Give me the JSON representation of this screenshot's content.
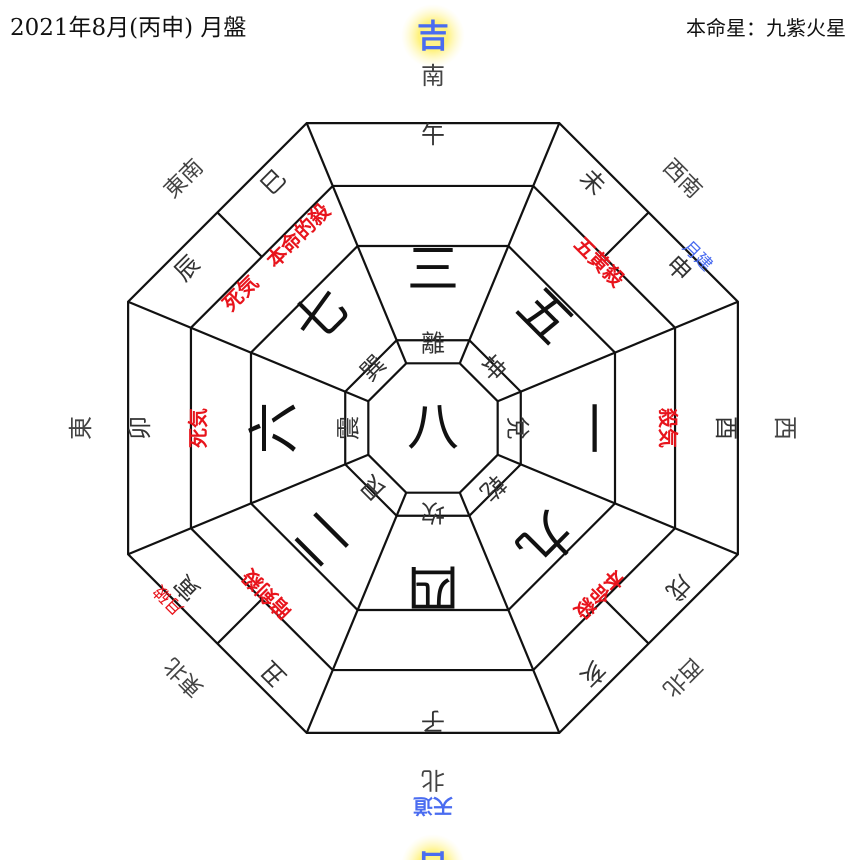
{
  "header": {
    "title": "2021年8月(丙申) 月盤",
    "honmei": "本命星：九紫火星"
  },
  "center": {
    "star": "八"
  },
  "palaces": [
    {
      "key": "south",
      "direction": "南",
      "zodiac": "午",
      "trigram": "離",
      "star": "三",
      "marks": [],
      "outer_mark": "吉",
      "outer_mark_color": "#4a6cf0"
    },
    {
      "key": "southwest",
      "direction": "西南",
      "zodiac": "未",
      "zodiac2": "申",
      "trigram": "坤",
      "star": "五",
      "marks": [
        {
          "text": "五黄殺",
          "color": "#e8141c"
        }
      ],
      "side_mark": {
        "text": "月建",
        "color": "#4a6cf0"
      }
    },
    {
      "key": "west",
      "direction": "西",
      "zodiac": "酉",
      "trigram": "兌",
      "star": "一",
      "marks": [
        {
          "text": "殺気",
          "color": "#e8141c"
        }
      ]
    },
    {
      "key": "northwest",
      "direction": "西北",
      "zodiac": "戌",
      "zodiac2": "亥",
      "trigram": "乾",
      "star": "九",
      "marks": [
        {
          "text": "本命殺",
          "color": "#e8141c"
        }
      ]
    },
    {
      "key": "north",
      "direction": "北",
      "zodiac": "子",
      "trigram": "坎",
      "star": "四",
      "marks": [
        {
          "text": "天道",
          "color": "#4a6cf0"
        }
      ],
      "outer_mark": "吉",
      "outer_mark_color": "#4a6cf0"
    },
    {
      "key": "northeast",
      "direction": "東北",
      "zodiac": "丑",
      "zodiac2": "寅",
      "trigram": "艮",
      "star": "二",
      "marks": [
        {
          "text": "暗剣殺",
          "color": "#e8141c"
        }
      ],
      "side_mark": {
        "text": "月破",
        "color": "#e8141c"
      }
    },
    {
      "key": "east",
      "direction": "東",
      "zodiac": "卯",
      "trigram": "震",
      "star": "六",
      "marks": [
        {
          "text": "死気",
          "color": "#e8141c"
        }
      ]
    },
    {
      "key": "southeast",
      "direction": "東南",
      "zodiac": "辰",
      "zodiac2": "巳",
      "trigram": "巽",
      "star": "七",
      "marks": [
        {
          "text": "本命的殺",
          "color": "#e8141c"
        },
        {
          "text": "死気",
          "color": "#e8141c"
        }
      ]
    }
  ]
}
